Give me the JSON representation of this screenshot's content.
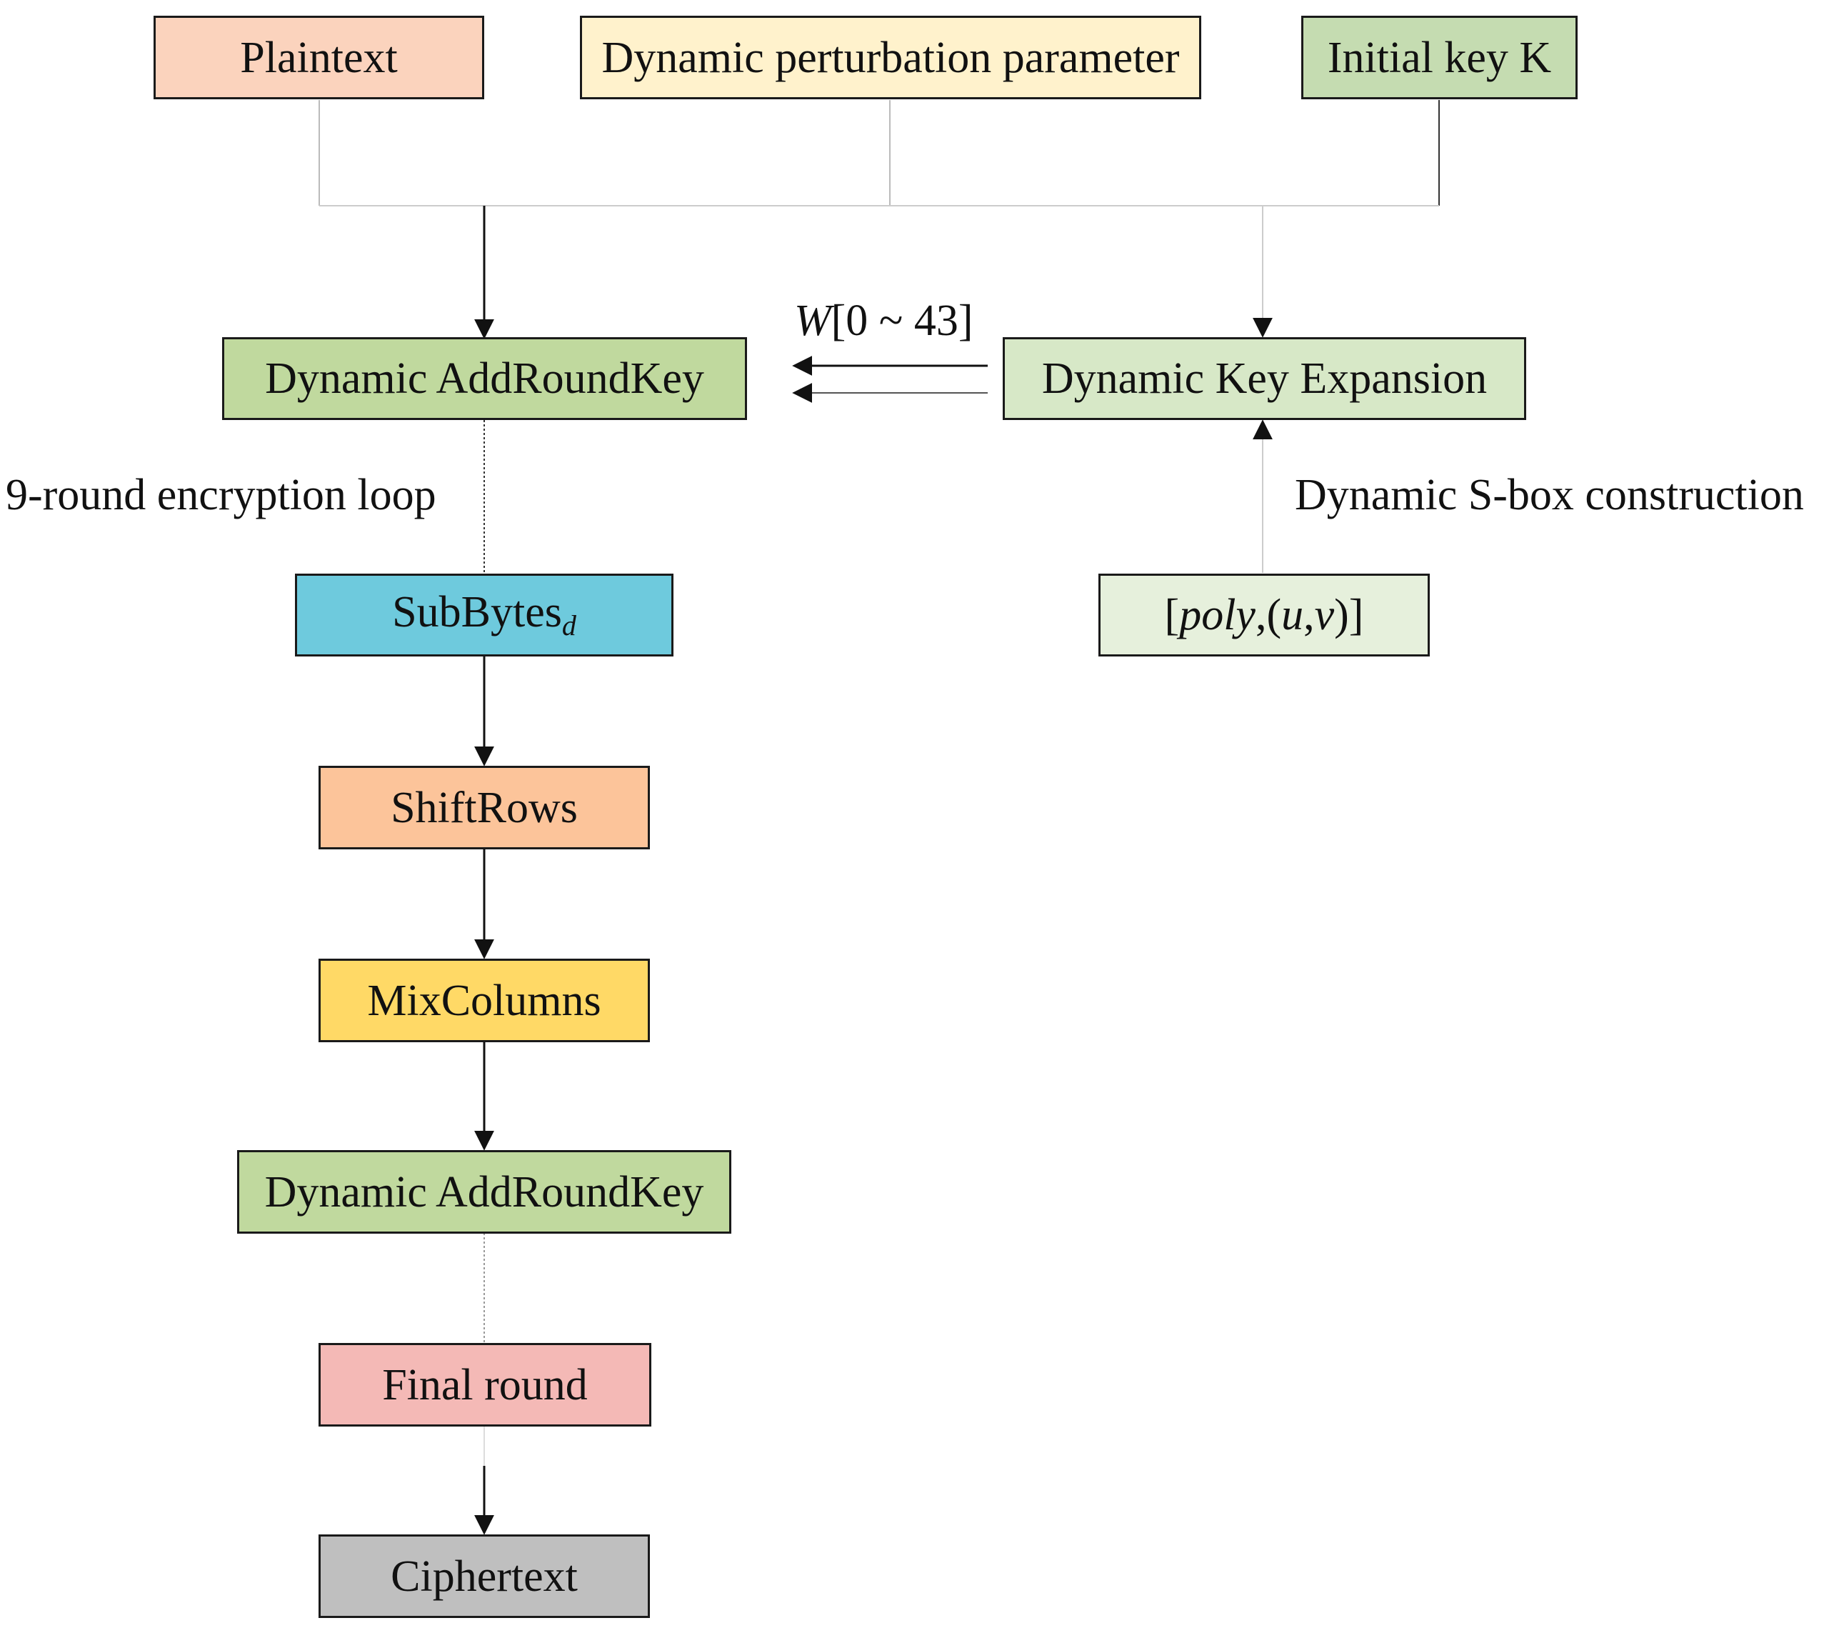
{
  "nodes": {
    "plaintext": {
      "label": "Plaintext",
      "color": "#fbd3bd"
    },
    "perturbation": {
      "label": "Dynamic perturbation parameter",
      "color": "#fff2cc"
    },
    "initial_key": {
      "label": "Initial key K",
      "color": "#c5dcb1"
    },
    "add_round_key_1": {
      "label": "Dynamic AddRoundKey",
      "color": "#c0d99e"
    },
    "key_expansion": {
      "label": "Dynamic Key Expansion",
      "color": "#d7e8c7"
    },
    "subbytes": {
      "label": "SubBytes",
      "subscript": "d",
      "color": "#6ecadd"
    },
    "poly_box": {
      "open": "[",
      "poly": "poly",
      "comma1": ",(",
      "u": "u",
      "comma2": ",",
      "v": "v",
      "close": ")]",
      "color": "#e6f0dc"
    },
    "shiftrows": {
      "label": "ShiftRows",
      "color": "#fcc49a"
    },
    "mixcolumns": {
      "label": "MixColumns",
      "color": "#ffd966"
    },
    "add_round_key_2": {
      "label": "Dynamic AddRoundKey",
      "color": "#c0d99e"
    },
    "final_round": {
      "label": "Final round",
      "color": "#f4b9b6"
    },
    "ciphertext": {
      "label": "Ciphertext",
      "color": "#bfbfbf"
    }
  },
  "labels": {
    "w_symbol": "W",
    "w_range": "[0 ~ 43]",
    "loop": "9-round encryption loop",
    "sbox": "Dynamic S-box construction"
  }
}
